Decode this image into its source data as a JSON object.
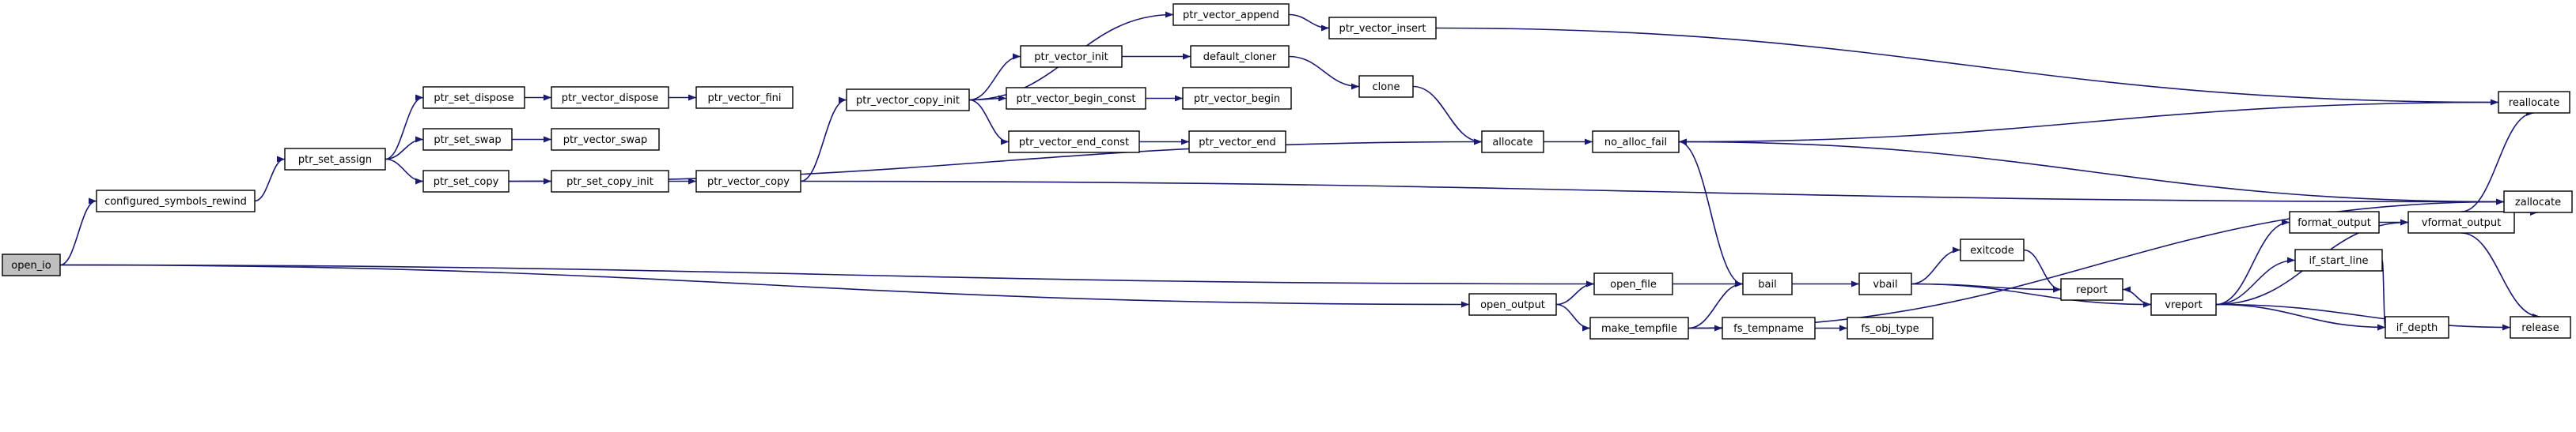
{
  "diagram": {
    "edge_color": "#191970",
    "node_fill": "#ffffff",
    "highlight_fill": "#bfbfbf",
    "root": "open_io",
    "nodes": [
      {
        "id": "open_io",
        "label": "open_io"
      },
      {
        "id": "configured_symbols_rewind",
        "label": "configured_symbols_rewind"
      },
      {
        "id": "ptr_set_assign",
        "label": "ptr_set_assign"
      },
      {
        "id": "ptr_set_dispose",
        "label": "ptr_set_dispose"
      },
      {
        "id": "ptr_set_swap",
        "label": "ptr_set_swap"
      },
      {
        "id": "ptr_set_copy",
        "label": "ptr_set_copy"
      },
      {
        "id": "ptr_vector_dispose",
        "label": "ptr_vector_dispose"
      },
      {
        "id": "ptr_vector_swap",
        "label": "ptr_vector_swap"
      },
      {
        "id": "ptr_set_copy_init",
        "label": "ptr_set_copy_init"
      },
      {
        "id": "ptr_vector_fini",
        "label": "ptr_vector_fini"
      },
      {
        "id": "ptr_vector_copy",
        "label": "ptr_vector_copy"
      },
      {
        "id": "ptr_vector_copy_init",
        "label": "ptr_vector_copy_init"
      },
      {
        "id": "ptr_vector_append",
        "label": "ptr_vector_append"
      },
      {
        "id": "ptr_vector_init",
        "label": "ptr_vector_init"
      },
      {
        "id": "ptr_vector_begin_const",
        "label": "ptr_vector_begin_const"
      },
      {
        "id": "ptr_vector_end_const",
        "label": "ptr_vector_end_const"
      },
      {
        "id": "ptr_vector_insert",
        "label": "ptr_vector_insert"
      },
      {
        "id": "default_cloner",
        "label": "default_cloner"
      },
      {
        "id": "ptr_vector_begin",
        "label": "ptr_vector_begin"
      },
      {
        "id": "ptr_vector_end",
        "label": "ptr_vector_end"
      },
      {
        "id": "clone",
        "label": "clone"
      },
      {
        "id": "allocate",
        "label": "allocate"
      },
      {
        "id": "no_alloc_fail",
        "label": "no_alloc_fail"
      },
      {
        "id": "open_file",
        "label": "open_file"
      },
      {
        "id": "open_output",
        "label": "open_output"
      },
      {
        "id": "make_tempfile",
        "label": "make_tempfile"
      },
      {
        "id": "bail",
        "label": "bail"
      },
      {
        "id": "fs_tempname",
        "label": "fs_tempname"
      },
      {
        "id": "fs_obj_type",
        "label": "fs_obj_type"
      },
      {
        "id": "vbail",
        "label": "vbail"
      },
      {
        "id": "exitcode",
        "label": "exitcode"
      },
      {
        "id": "report",
        "label": "report"
      },
      {
        "id": "vreport",
        "label": "vreport"
      },
      {
        "id": "format_output",
        "label": "format_output"
      },
      {
        "id": "vformat_output",
        "label": "vformat_output"
      },
      {
        "id": "if_start_line",
        "label": "if_start_line"
      },
      {
        "id": "if_depth",
        "label": "if_depth"
      },
      {
        "id": "reallocate",
        "label": "reallocate"
      },
      {
        "id": "zallocate",
        "label": "zallocate"
      },
      {
        "id": "release",
        "label": "release"
      }
    ],
    "edges": [
      [
        "open_io",
        "configured_symbols_rewind"
      ],
      [
        "open_io",
        "open_file"
      ],
      [
        "open_io",
        "open_output"
      ],
      [
        "configured_symbols_rewind",
        "ptr_set_assign"
      ],
      [
        "ptr_set_assign",
        "ptr_set_dispose"
      ],
      [
        "ptr_set_assign",
        "ptr_set_swap"
      ],
      [
        "ptr_set_assign",
        "ptr_set_copy"
      ],
      [
        "ptr_set_dispose",
        "ptr_vector_dispose"
      ],
      [
        "ptr_vector_dispose",
        "ptr_vector_fini"
      ],
      [
        "ptr_set_swap",
        "ptr_vector_swap"
      ],
      [
        "ptr_set_copy",
        "ptr_set_copy_init"
      ],
      [
        "ptr_set_copy",
        "allocate"
      ],
      [
        "ptr_set_copy_init",
        "ptr_vector_copy"
      ],
      [
        "ptr_vector_copy",
        "ptr_vector_copy_init"
      ],
      [
        "ptr_vector_copy",
        "zallocate"
      ],
      [
        "ptr_vector_copy_init",
        "ptr_vector_append"
      ],
      [
        "ptr_vector_copy_init",
        "ptr_vector_init"
      ],
      [
        "ptr_vector_copy_init",
        "ptr_vector_begin_const"
      ],
      [
        "ptr_vector_copy_init",
        "ptr_vector_end_const"
      ],
      [
        "ptr_vector_append",
        "ptr_vector_insert"
      ],
      [
        "ptr_vector_insert",
        "reallocate"
      ],
      [
        "ptr_vector_init",
        "default_cloner"
      ],
      [
        "default_cloner",
        "clone"
      ],
      [
        "clone",
        "allocate"
      ],
      [
        "ptr_vector_begin_const",
        "ptr_vector_begin"
      ],
      [
        "ptr_vector_end_const",
        "ptr_vector_end"
      ],
      [
        "allocate",
        "no_alloc_fail"
      ],
      [
        "reallocate",
        "no_alloc_fail"
      ],
      [
        "zallocate",
        "no_alloc_fail"
      ],
      [
        "no_alloc_fail",
        "bail"
      ],
      [
        "open_output",
        "open_file"
      ],
      [
        "open_output",
        "make_tempfile"
      ],
      [
        "open_file",
        "bail"
      ],
      [
        "make_tempfile",
        "bail"
      ],
      [
        "make_tempfile",
        "fs_tempname"
      ],
      [
        "make_tempfile",
        "zallocate"
      ],
      [
        "fs_tempname",
        "fs_obj_type"
      ],
      [
        "bail",
        "vbail"
      ],
      [
        "vbail",
        "exitcode"
      ],
      [
        "vbail",
        "report"
      ],
      [
        "vbail",
        "vreport"
      ],
      [
        "exitcode",
        "report"
      ],
      [
        "vreport",
        "report"
      ],
      [
        "vreport",
        "format_output"
      ],
      [
        "vreport",
        "vformat_output"
      ],
      [
        "vreport",
        "if_start_line"
      ],
      [
        "vreport",
        "if_depth"
      ],
      [
        "vreport",
        "release"
      ],
      [
        "format_output",
        "vformat_output"
      ],
      [
        "vformat_output",
        "reallocate"
      ],
      [
        "vformat_output",
        "zallocate"
      ],
      [
        "vformat_output",
        "release"
      ],
      [
        "if_start_line",
        "if_depth"
      ]
    ]
  }
}
